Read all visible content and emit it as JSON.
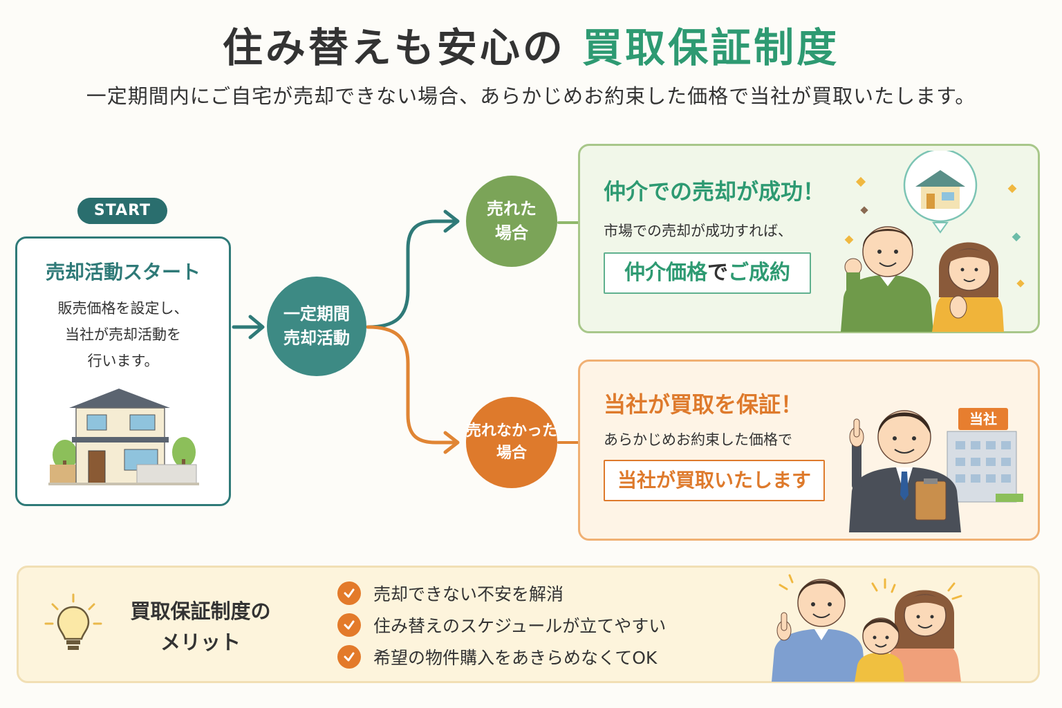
{
  "header": {
    "title_main": "住み替えも安心の",
    "title_accent": "買取保証制度",
    "subtitle": "一定期間内にご自宅が売却できない場合、あらかじめお約束した価格で当社が買取いたします。"
  },
  "start": {
    "badge": "START",
    "title": "売却活動スタート",
    "desc_lines": [
      "販売価格を設定し、",
      "当社が売却活動を",
      "行います。"
    ]
  },
  "flow": {
    "middle_lines": [
      "一定期間",
      "売却活動"
    ],
    "sold_lines": [
      "売れた",
      "場合"
    ],
    "unsold_lines": [
      "売れなかった",
      "場合"
    ]
  },
  "success_card": {
    "title": "仲介での売却が成功！",
    "desc": "市場での売却が成功すれば、",
    "highlight_a": "仲介価格",
    "highlight_b": "で",
    "highlight_c": "ご成約"
  },
  "guarantee_card": {
    "title": "当社が買取を保証！",
    "desc": "あらかじめお約束した価格で",
    "highlight": "当社が買取いたします",
    "company_sign": "当社"
  },
  "merit": {
    "title_lines": [
      "買取保証制度の",
      "メリット"
    ],
    "items": [
      "売却できない不安を解消",
      "住み替えのスケジュールが立てやすい",
      "希望の物件購入をあきらめなくてOK"
    ]
  },
  "colors": {
    "teal": "#2f7a78",
    "green": "#7ba458",
    "orange": "#de7a2c",
    "accent_green": "#2e9a72"
  },
  "icons": [
    "house-icon",
    "lightbulb-icon",
    "check-icon",
    "arrow-icon",
    "building-icon",
    "sparkle-icon"
  ]
}
